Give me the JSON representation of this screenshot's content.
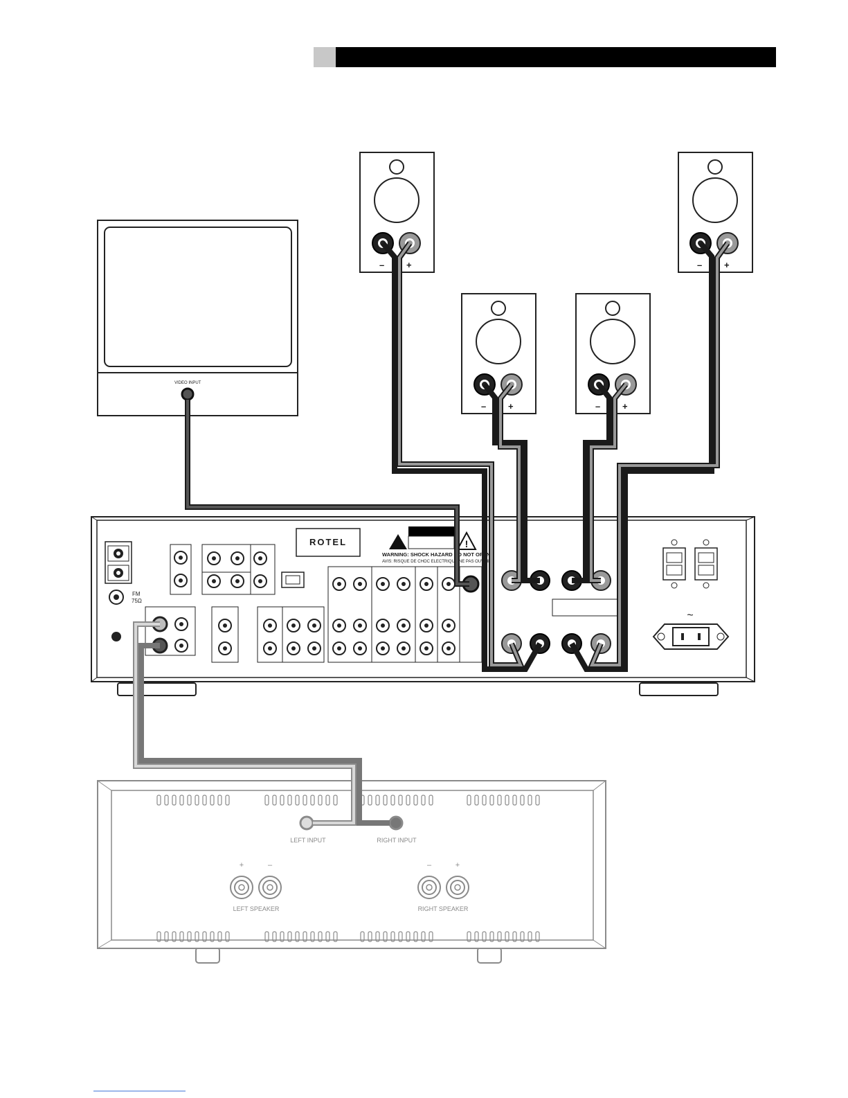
{
  "tv": {
    "input_label": "VIDEO INPUT"
  },
  "speaker_terminals": {
    "minus": "–",
    "plus": "+"
  },
  "receiver": {
    "brand": "ROTEL",
    "warning_line1": "WARNING: SHOCK HAZARD DO NOT OPEN",
    "warning_line2": "AVIS: RISQUE DE CHOC ELECTRIQUE-NE PAS OUVRIR",
    "fm_label": "FM",
    "fm_impedance": "75Ω",
    "power_symbol": "~"
  },
  "amplifier": {
    "left_input": "LEFT INPUT",
    "right_input": "RIGHT INPUT",
    "left_speaker": "LEFT SPEAKER",
    "right_speaker": "RIGHT SPEAKER",
    "plus": "+",
    "minus": "–"
  },
  "colors": {
    "black_cable": "#1a1a1a",
    "gray_cable": "#8c8c8c",
    "dark_gray_cable": "#555555",
    "light_gray_cable": "#bdbdbd",
    "header_bar": "#000000",
    "header_tab": "#c8c8c8"
  }
}
